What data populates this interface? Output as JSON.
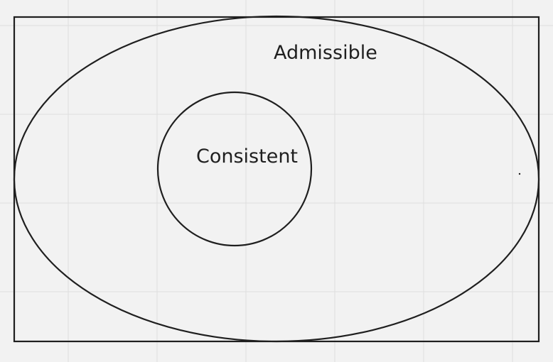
{
  "diagram": {
    "type": "venn-nested-sets",
    "sets": [
      {
        "id": "admissible",
        "label": "Admissible",
        "contains": [
          "consistent"
        ]
      },
      {
        "id": "consistent",
        "label": "Consistent",
        "contains": []
      }
    ]
  },
  "colors": {
    "background": "#f2f2f2",
    "grid": "#dedede",
    "stroke": "#1f1f1f",
    "text": "#1f1f1f"
  }
}
